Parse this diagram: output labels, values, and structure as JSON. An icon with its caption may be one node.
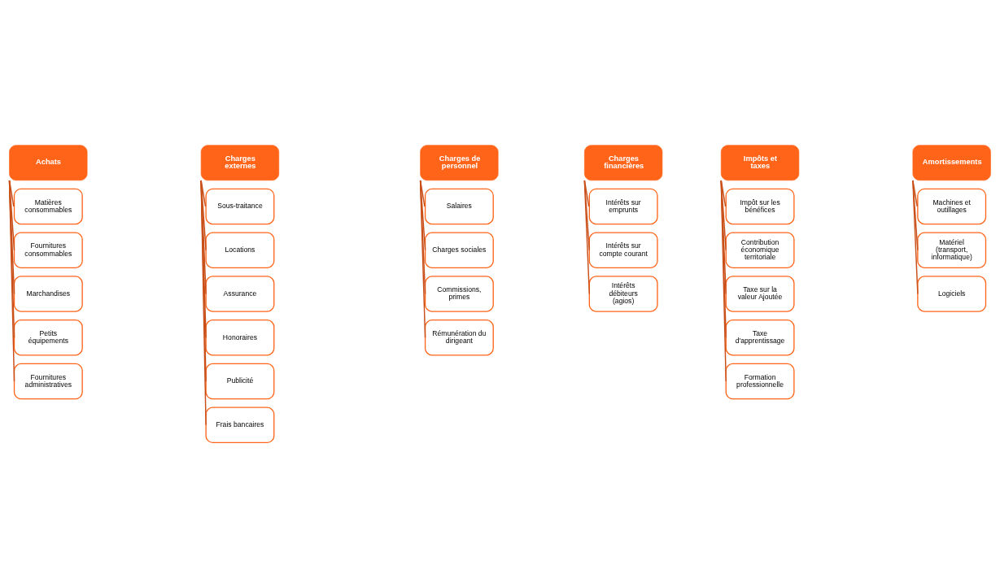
{
  "diagram": {
    "nodes": [
      {
        "text": [
          "Achats"
        ]
      },
      {
        "text": [
          "Matières consommables"
        ]
      },
      {
        "text": [
          "Fournitures consommables"
        ]
      },
      {
        "text": [
          "Marchandises"
        ]
      },
      {
        "text": [
          "Petits équipements"
        ]
      },
      {
        "text": [
          "Fournitures administratives"
        ]
      },
      {
        "text": [
          "Charges externes"
        ]
      },
      {
        "text": [
          "Sous-traitance"
        ]
      },
      {
        "text": [
          "Locations"
        ]
      },
      {
        "text": [
          "Assurance"
        ]
      },
      {
        "text": [
          "Honoraires"
        ]
      },
      {
        "text": [
          "Publicité"
        ]
      },
      {
        "text": [
          "Frais bancaires"
        ]
      },
      {
        "text": [
          "Charges de personnel"
        ]
      },
      {
        "text": [
          "Salaires"
        ]
      },
      {
        "text": [
          "Charges sociales"
        ]
      },
      {
        "text": [
          "Commissions, primes"
        ]
      },
      {
        "text": [
          "Rémunération du dirigeant"
        ]
      },
      {
        "text": [
          "Charges financières"
        ]
      },
      {
        "text": [
          "Intérêts sur emprunts"
        ]
      },
      {
        "text": [
          "Intérêts sur compte courant"
        ]
      },
      {
        "text": [
          "Intérêts débiteurs (agios)"
        ]
      },
      {
        "text": [
          "Impôts et taxes"
        ]
      },
      {
        "text": [
          "Impôt sur les bénéfices"
        ]
      },
      {
        "text": [
          "Contribution économique territoriale"
        ]
      },
      {
        "text": [
          "Taxe sur la valeur Ajoutée"
        ]
      },
      {
        "text": [
          "Taxe d'apprentissage"
        ]
      },
      {
        "text": [
          "Formation professionnelle"
        ]
      },
      {
        "text": [
          "Amortissements"
        ]
      },
      {
        "text": [
          "Machines et outillages"
        ]
      },
      {
        "text": [
          "Matériel (transport, informatique)"
        ]
      },
      {
        "text": [
          "Logiciels"
        ]
      }
    ],
    "edges": [
      {
        "from": 0,
        "to": 1,
        "arrow": "none"
      },
      {
        "from": 0,
        "to": 2,
        "arrow": "none"
      },
      {
        "from": 0,
        "to": 3,
        "arrow": "none"
      },
      {
        "from": 0,
        "to": 4,
        "arrow": "none"
      },
      {
        "from": 0,
        "to": 5,
        "arrow": "none"
      },
      {
        "from": 6,
        "to": 7,
        "arrow": "none"
      },
      {
        "from": 6,
        "to": 8,
        "arrow": "none"
      },
      {
        "from": 6,
        "to": 9,
        "arrow": "none"
      },
      {
        "from": 6,
        "to": 10,
        "arrow": "none"
      },
      {
        "from": 6,
        "to": 11,
        "arrow": "none"
      },
      {
        "from": 6,
        "to": 12,
        "arrow": "none"
      },
      {
        "from": 13,
        "to": 14,
        "arrow": "none"
      },
      {
        "from": 13,
        "to": 15,
        "arrow": "none"
      },
      {
        "from": 13,
        "to": 16,
        "arrow": "none"
      },
      {
        "from": 13,
        "to": 17,
        "arrow": "none"
      },
      {
        "from": 18,
        "to": 19,
        "arrow": "none"
      },
      {
        "from": 18,
        "to": 20,
        "arrow": "none"
      },
      {
        "from": 18,
        "to": 21,
        "arrow": "none"
      },
      {
        "from": 22,
        "to": 23,
        "arrow": "none"
      },
      {
        "from": 22,
        "to": 24,
        "arrow": "none"
      },
      {
        "from": 22,
        "to": 25,
        "arrow": "none"
      },
      {
        "from": 22,
        "to": 26,
        "arrow": "none"
      },
      {
        "from": 22,
        "to": 27,
        "arrow": "none"
      },
      {
        "from": 28,
        "to": 29,
        "arrow": "none"
      },
      {
        "from": 28,
        "to": 30,
        "arrow": "none"
      },
      {
        "from": 28,
        "to": 31,
        "arrow": "none"
      }
    ]
  }
}
